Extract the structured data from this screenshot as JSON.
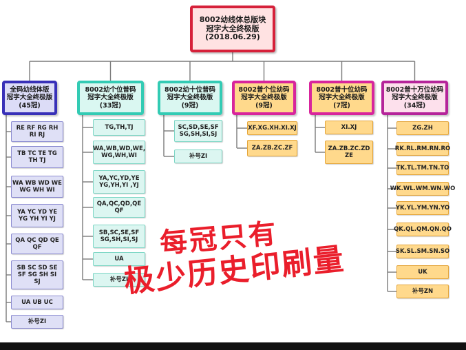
{
  "top": {
    "text": "8002幼线体总版块\n冠字大全终极版\n(2018.06.29)"
  },
  "columns": [
    {
      "id": "c1",
      "theme": "blue",
      "head": "全码幼线体版\n冠字大全终极版\n(45冠)",
      "items": [
        "RE RF RG RH\nRI RJ",
        "TB TC TE TG\nTH TJ",
        "WA WB WD WE\nWG WH WI",
        "YA YC YD YE\nYG YH YI YJ",
        "QA QC QD QE\nQF",
        "SB SC SD SE\nSF SG SH SI\nSJ",
        "UA UB UC",
        "补号ZI"
      ]
    },
    {
      "id": "c2",
      "theme": "teal",
      "head": "8002幼个位普码\n冠字大全终极版\n(33冠)",
      "items": [
        "TG,TH,TJ",
        "WA,WB,WD,WE,\nWG,WH,WI",
        "YA,YC,YD,YE\nYG,YH,YI ,YJ",
        "QA,QC,QD,QE\nQF",
        "SB,SC,SE,SF\nSG,SH,SI,SJ",
        "UA",
        "补号ZI"
      ]
    },
    {
      "id": "c3",
      "theme": "teal",
      "head": "8002幼十位普码\n冠字大全终极版\n(9冠)",
      "items": [
        "SC,SD,SE,SF\nSG,SH,SI,SJ",
        "补号ZI"
      ]
    },
    {
      "id": "c4",
      "theme": "orange",
      "head": "8002普个位幼码\n冠字大全终极版\n(9冠)",
      "items": [
        "XF.XG.XH.XI.XJ",
        "ZA.ZB.ZC.ZF"
      ]
    },
    {
      "id": "c5",
      "theme": "orange",
      "head": "8002普十位幼码\n冠字大全终极版\n(7冠)",
      "items": [
        "XI.XJ",
        "ZA.ZB.ZC.ZD\nZE"
      ]
    },
    {
      "id": "c6",
      "theme": "pink",
      "head": "8002普十万位幼码\n冠字大全终极版\n(34冠)",
      "items": [
        "ZG.ZH",
        "RK.RL.RM.RN.RO",
        "TK.TL.TM.TN.TO",
        "WK.WL.WM.WN.WO",
        "YK.YL.YM.YN.YO",
        "QK.QL.QM.QN.QO",
        "SK.SL.SM.SN.SO",
        "UK",
        "补号ZN"
      ]
    }
  ],
  "annotation": {
    "line1": "每冠只有",
    "line2": "极少历史印刷量"
  },
  "colors": {
    "connector": "#7a7a7a",
    "text_red": "#ea1e2b",
    "top_border": "#d6213a",
    "blue_border": "#3830b8",
    "teal_border": "#33cbb4",
    "orange_border": "#d8259c",
    "pink_border": "#b5249a"
  }
}
